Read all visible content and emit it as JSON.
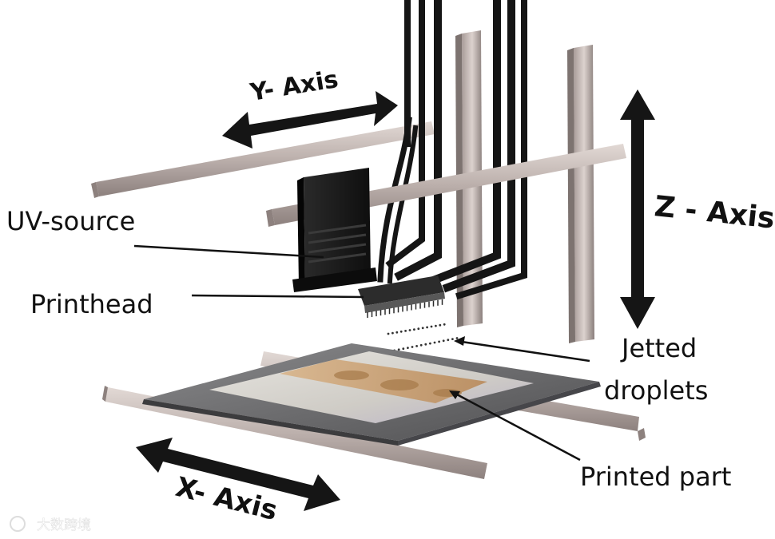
{
  "labels": {
    "uv_source": "UV-source",
    "printhead": "Printhead",
    "jetted_droplets_line1": "Jetted",
    "jetted_droplets_line2": "droplets",
    "printed_part": "Printed part"
  },
  "axes": {
    "x": "X- Axis",
    "y": "Y- Axis",
    "z": "Z - Axis"
  },
  "watermark": {
    "text": "大数跨境"
  },
  "colors": {
    "rail": "#bcb0ac",
    "rail_dark": "#8f8380",
    "frame": "#1a1a1a",
    "platform": "#6f6f70",
    "substrate": "#d6d4cf",
    "part": "#c89b6e",
    "arrow": "#151515"
  }
}
